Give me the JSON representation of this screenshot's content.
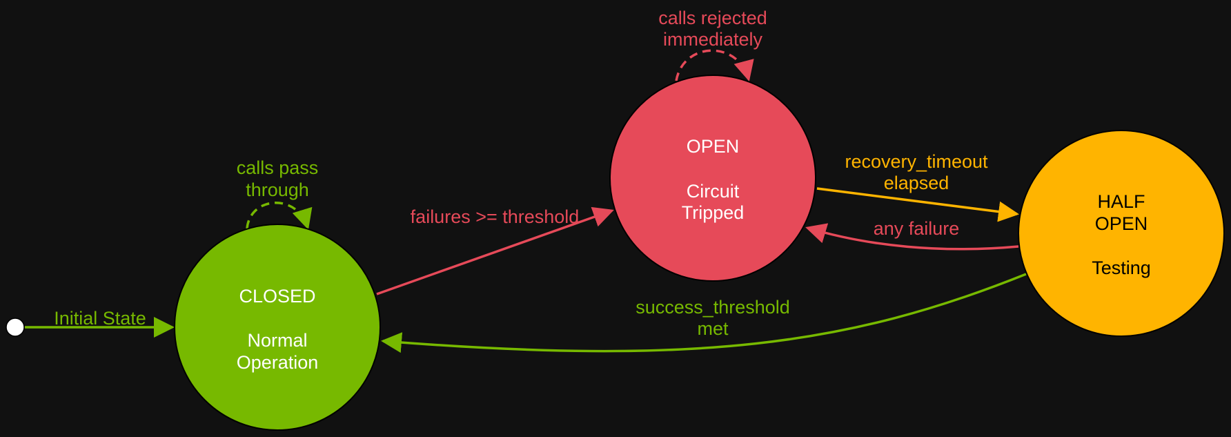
{
  "colors": {
    "background": "#111111",
    "closed": "#77b900",
    "open": "#e64a59",
    "half_open": "#ffb400",
    "start": "#ffffff"
  },
  "states": {
    "closed": {
      "name": "CLOSED",
      "desc_line1": "Normal",
      "desc_line2": "Operation"
    },
    "open": {
      "name": "OPEN",
      "desc_line1": "Circuit",
      "desc_line2": "Tripped"
    },
    "half_open": {
      "name_line1": "HALF",
      "name_line2": "OPEN",
      "desc": "Testing"
    }
  },
  "transitions": {
    "initial": "Initial State",
    "closed_self_line1": "calls pass",
    "closed_self_line2": "through",
    "closed_to_open": "failures >= threshold",
    "open_self_line1": "calls rejected",
    "open_self_line2": "immediately",
    "open_to_half_line1": "recovery_timeout",
    "open_to_half_line2": "elapsed",
    "half_to_open": "any failure",
    "half_to_closed_line1": "success_threshold",
    "half_to_closed_line2": "met"
  }
}
